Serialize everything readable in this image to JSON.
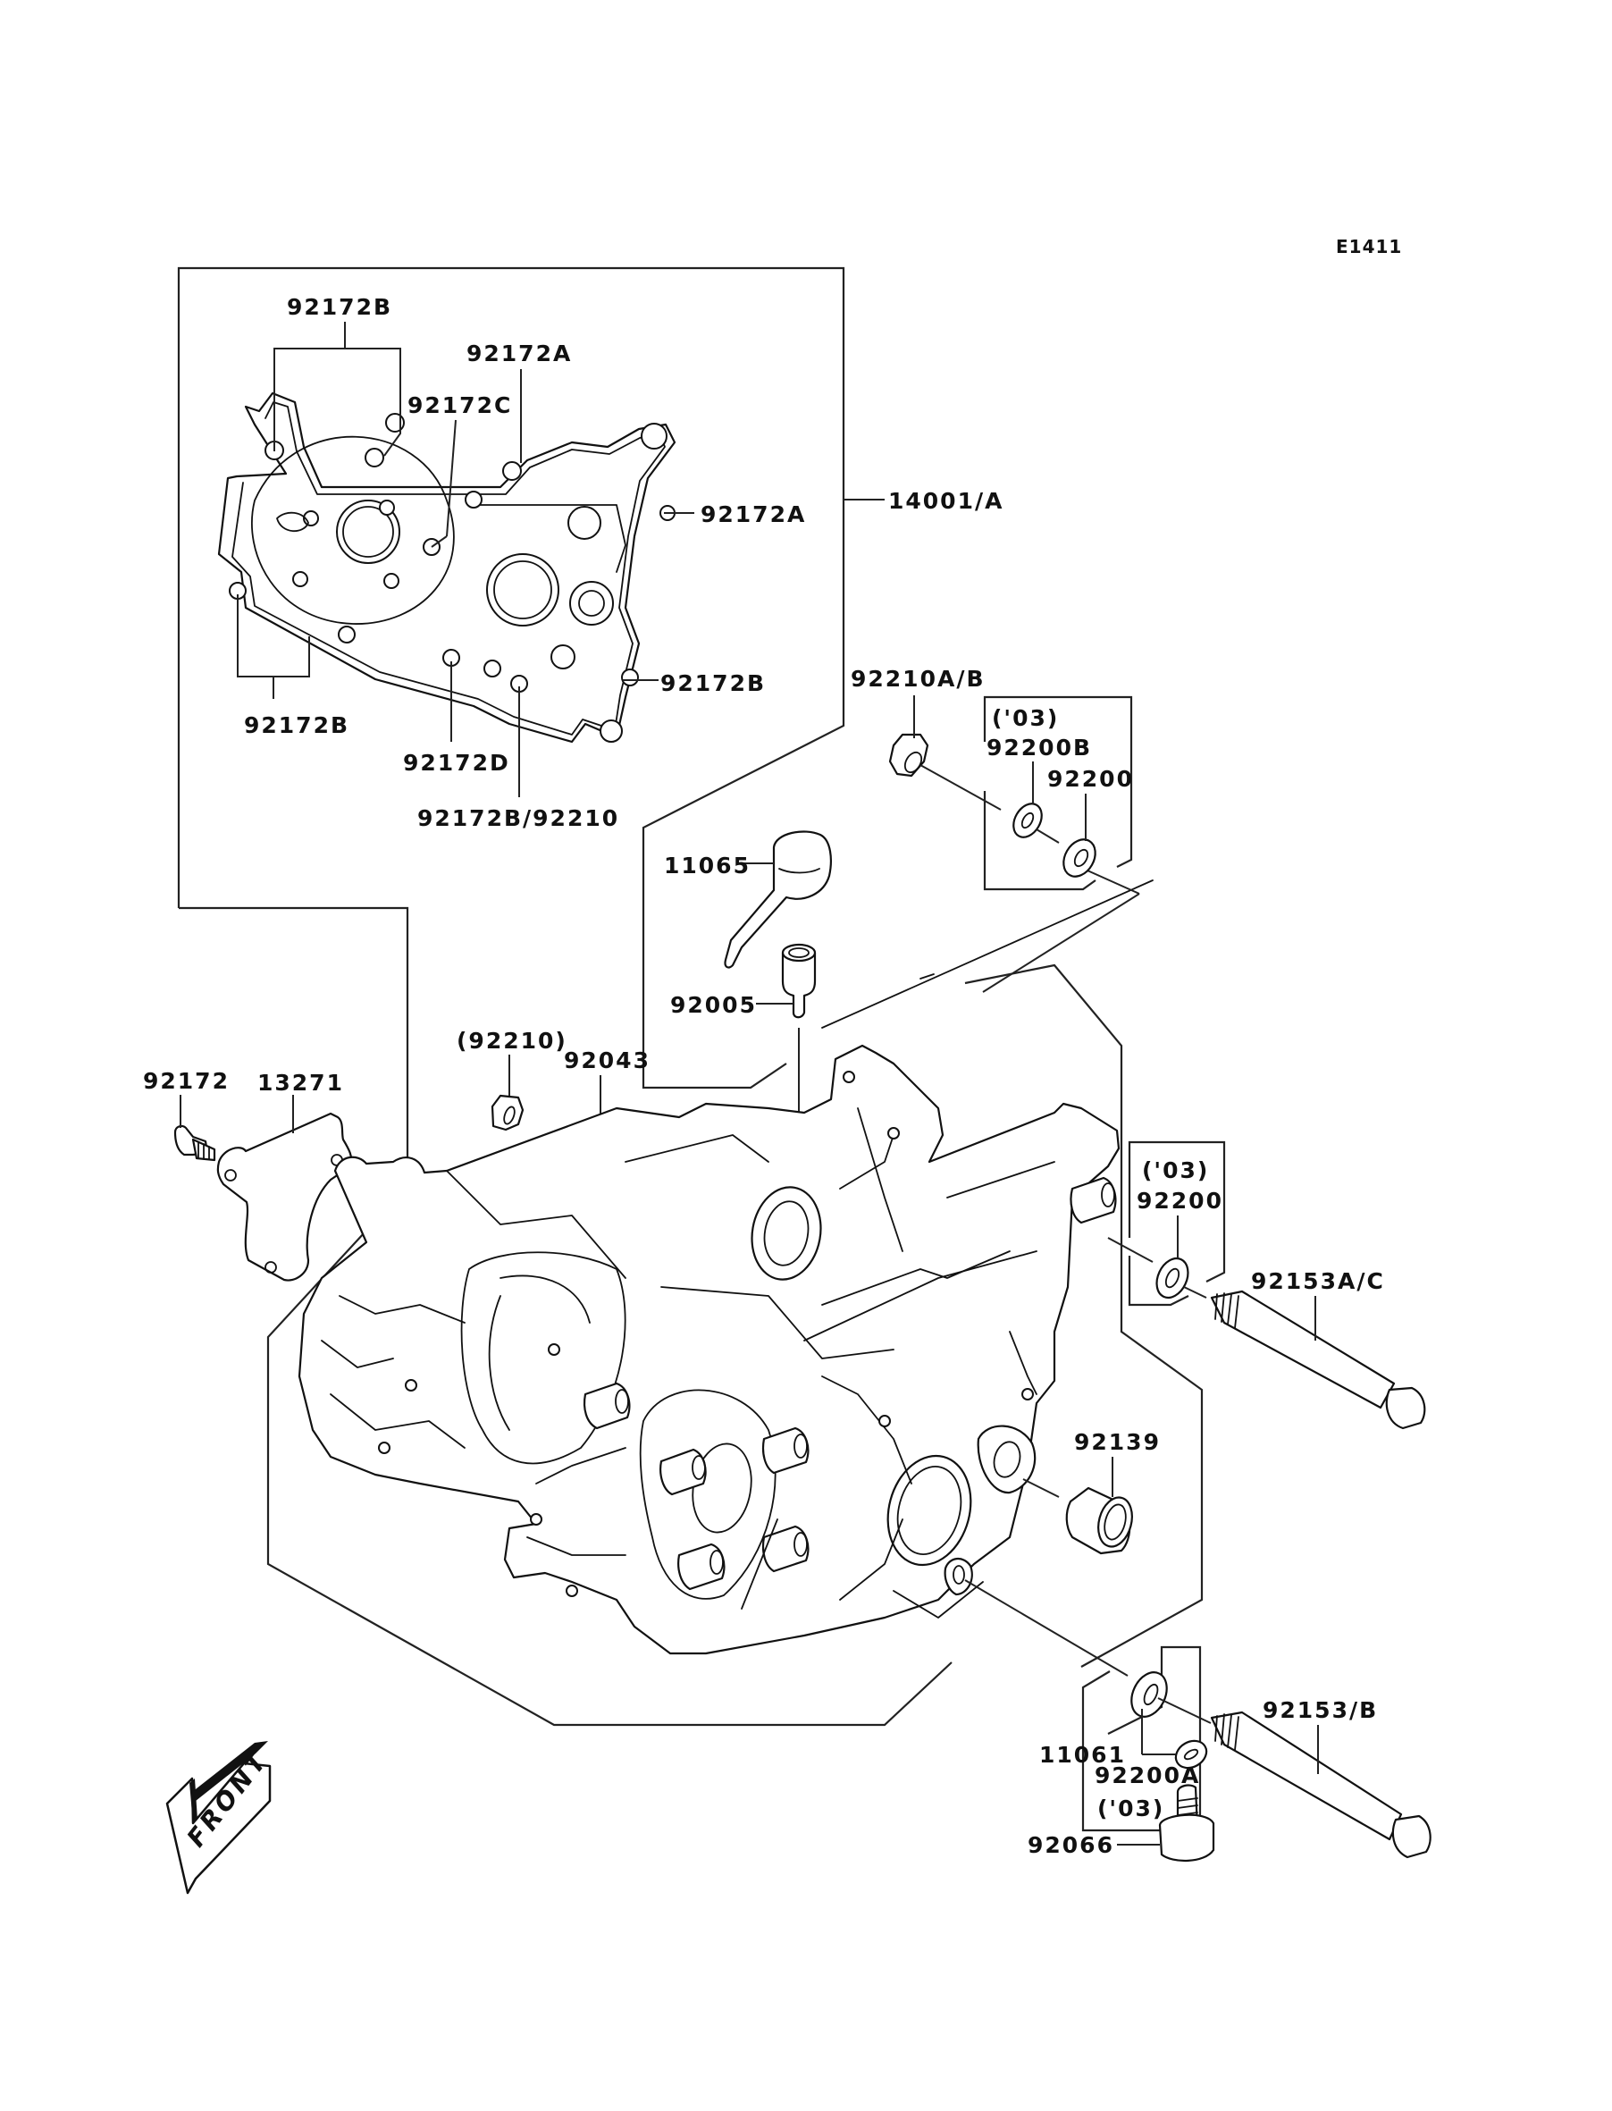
{
  "diagram": {
    "reference_code": "E1411",
    "title": "Crankcase",
    "front_indicator": "FRONT",
    "callouts": [
      {
        "id": "c-92172B-top",
        "part": "92172B"
      },
      {
        "id": "c-92172A-top",
        "part": "92172A"
      },
      {
        "id": "c-92172C",
        "part": "92172C"
      },
      {
        "id": "c-92172A-right",
        "part": "92172A"
      },
      {
        "id": "c-14001A",
        "part": "14001/A"
      },
      {
        "id": "c-92172B-right",
        "part": "92172B"
      },
      {
        "id": "c-92172B-left",
        "part": "92172B"
      },
      {
        "id": "c-92172D",
        "part": "92172D"
      },
      {
        "id": "c-92172B-92210",
        "part": "92172B/92210"
      },
      {
        "id": "c-92210AB",
        "part": "92210A/B"
      },
      {
        "id": "c-03-upper",
        "part": "('03)"
      },
      {
        "id": "c-92200B",
        "part": "92200B"
      },
      {
        "id": "c-92200-upper",
        "part": "92200"
      },
      {
        "id": "c-11065",
        "part": "11065"
      },
      {
        "id": "c-92005",
        "part": "92005"
      },
      {
        "id": "c-92210-paren",
        "part": "(92210)"
      },
      {
        "id": "c-92172",
        "part": "92172"
      },
      {
        "id": "c-13271",
        "part": "13271"
      },
      {
        "id": "c-92043",
        "part": "92043"
      },
      {
        "id": "c-03-mid",
        "part": "('03)"
      },
      {
        "id": "c-92200-mid",
        "part": "92200"
      },
      {
        "id": "c-92153AC",
        "part": "92153A/C"
      },
      {
        "id": "c-92139",
        "part": "92139"
      },
      {
        "id": "c-92153B",
        "part": "92153/B"
      },
      {
        "id": "c-92200A",
        "part": "92200A"
      },
      {
        "id": "c-03-lower",
        "part": "('03)"
      },
      {
        "id": "c-11061",
        "part": "11061"
      },
      {
        "id": "c-92066",
        "part": "92066"
      }
    ]
  }
}
